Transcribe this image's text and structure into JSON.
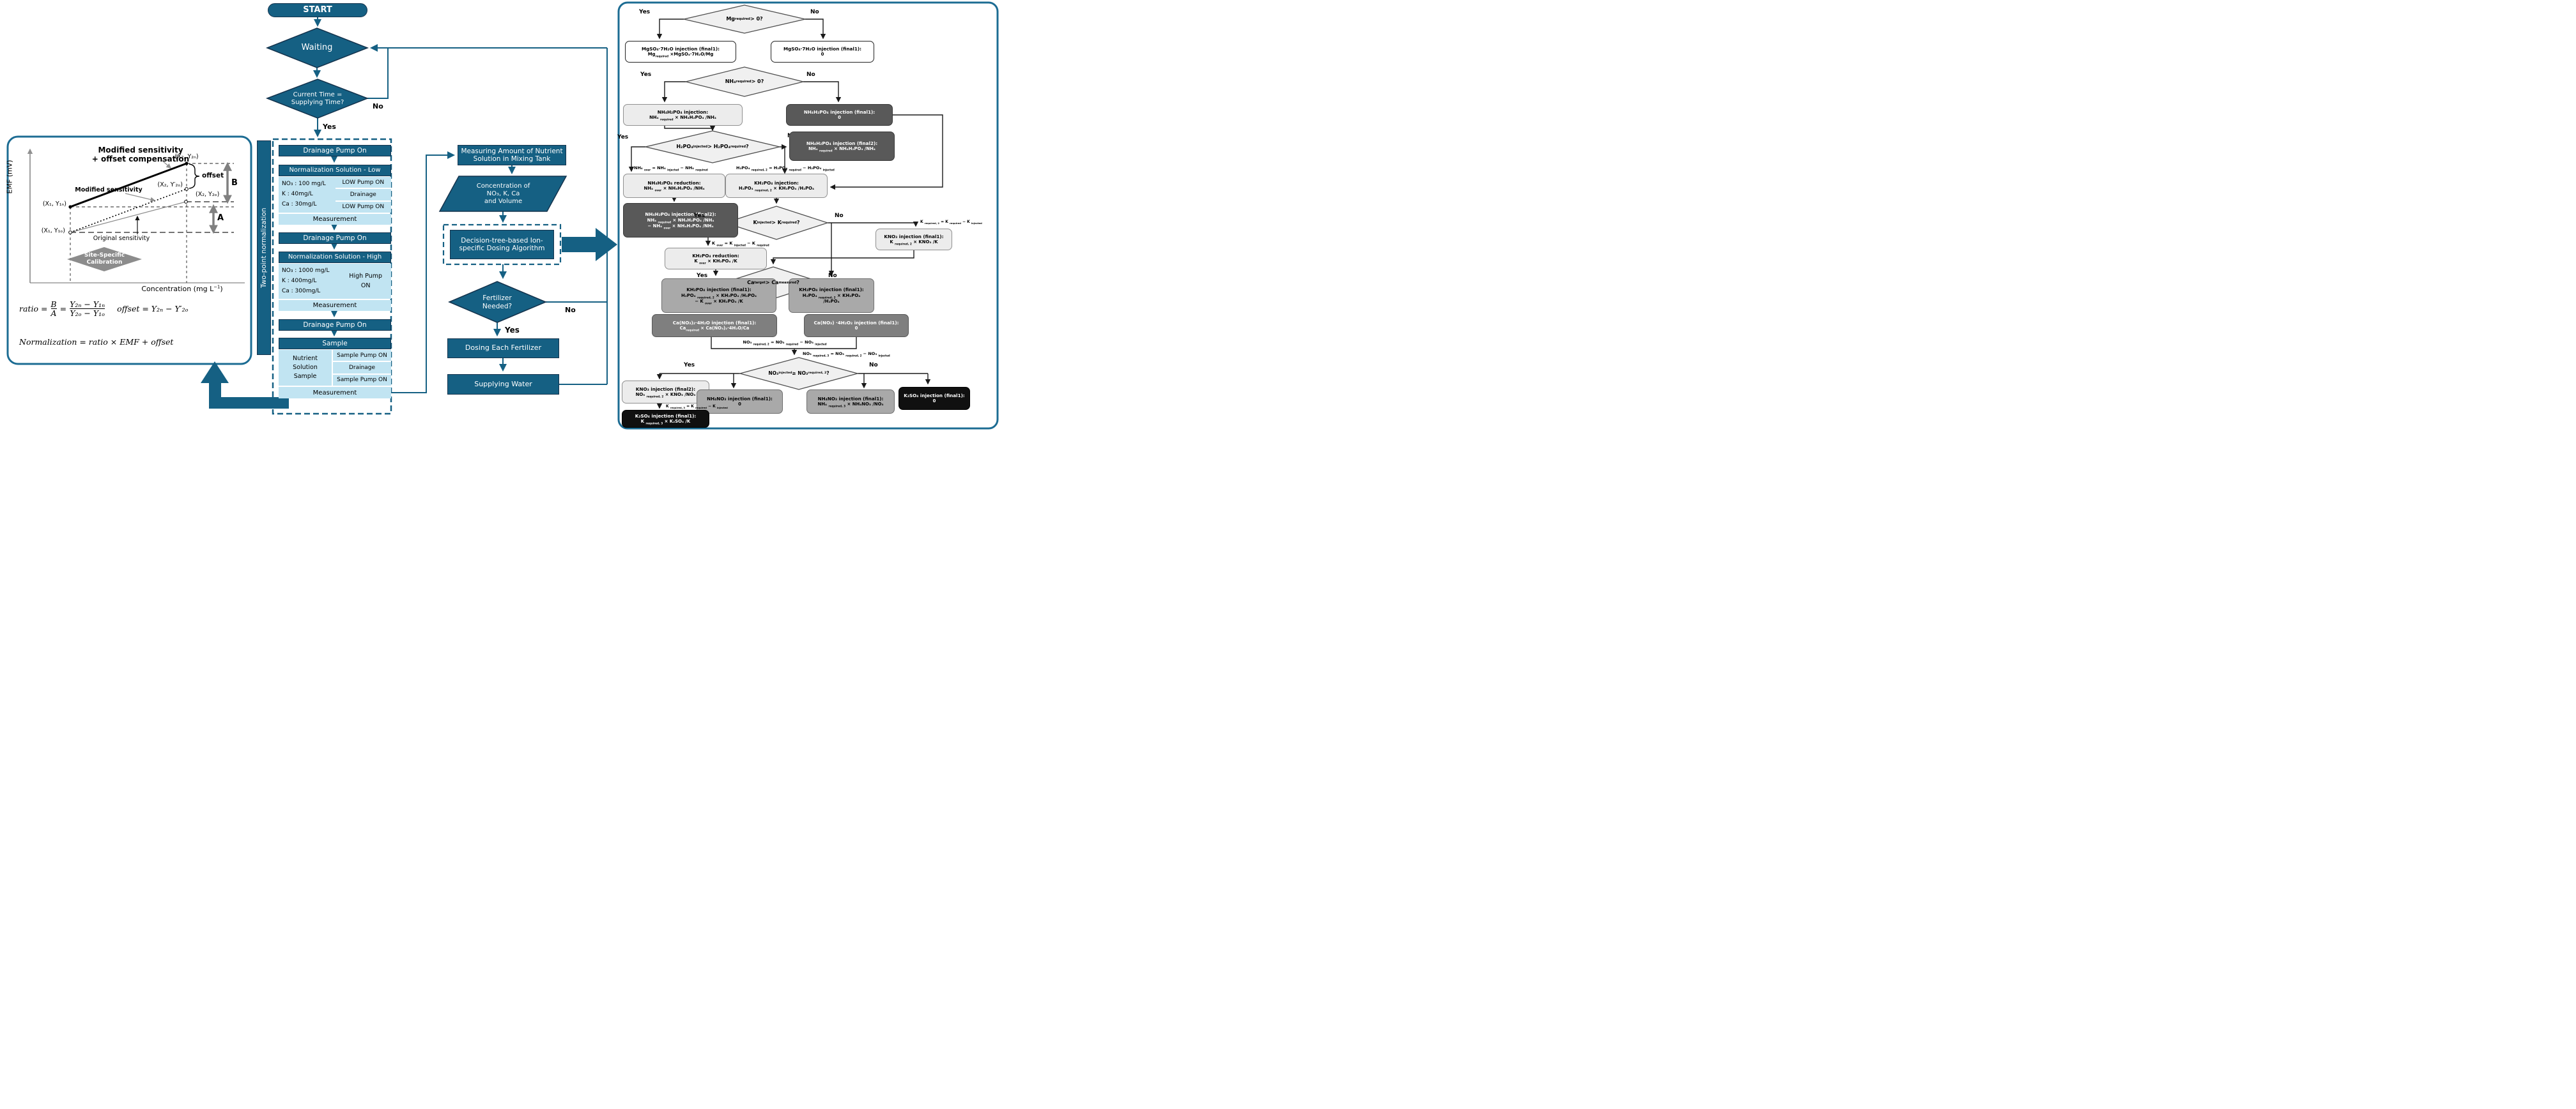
{
  "palette": {
    "teal": "#156083",
    "teal_border": "#14334d",
    "light_blue": "#c1e4f2",
    "panel_border": "#1c6c93",
    "diamond_gray": "#f0f0f0",
    "light_gray_box": "#ececec",
    "dark_gray_box": "#595959",
    "mid_gray_box": "#a9a9a9",
    "ca_gray_box": "#7f7f7f",
    "black_box": "#101010"
  },
  "left_panel": {
    "axis_y": "EMF (mV)",
    "axis_x": "Concentration (mg L^{−1})",
    "title_l1": "Modified sensitivity",
    "title_l2": "+ offset compensation",
    "modified_label": "Modified sensitivity",
    "original_label": "Original sensitivity",
    "offset_label": "offset",
    "b_label": "B",
    "a_label": "A",
    "p1n": "(X₁, Y₁ₙ)",
    "p2n": "(X₂, Y₂ₙ)",
    "p2o_prime": "(X₂, Y′₂ₒ)",
    "p2o": "(X₂, Y₂ₒ)",
    "p1o": "(X₁, Y₁ₒ)",
    "calibration_l1": "Site-Specific",
    "calibration_l2": "Calibration",
    "eq": {
      "ratio_lhs": "ratio =",
      "frac1_num": "B",
      "frac1_den": "A",
      "equals": "=",
      "frac2_num": "Y₂ₙ − Y₁ₙ",
      "frac2_den": "Y₂ₒ − Y₁ₒ",
      "offset": "offset = Y₂ₙ − Y′₂ₒ",
      "normalization": "Normalization = ratio × EMF + offset"
    }
  },
  "flow": {
    "start": "START",
    "waiting": "Waiting",
    "time_l1": "Current Time =",
    "time_l2": "Supplying Time?",
    "yes": "Yes",
    "no": "No",
    "tp": {
      "side": "Two-point normalization",
      "drain": "Drainage Pump On",
      "meas": "Measurement",
      "low_header": "Normalization Solution - Low",
      "low_no3": "NO₃ : 100 mg/L",
      "low_k": "K : 40mg/L",
      "low_ca": "Ca : 30mg/L",
      "low_rows": [
        "LOW Pump ON",
        "Drainage",
        "LOW Pump ON"
      ],
      "high_header": "Normalization Solution - High",
      "high_no3": "NO₃ : 1000 mg/L",
      "high_k": "K : 400mg/L",
      "high_ca": "Ca : 300mg/L",
      "high_pump_l1": "High Pump",
      "high_pump_l2": "ON",
      "sample_header": "Sample",
      "sample_l1": "Nutrient",
      "sample_l2": "Solution",
      "sample_l3": "Sample",
      "sample_rows": [
        "Sample Pump ON",
        "Drainage",
        "Sample Pump ON"
      ]
    },
    "measuring_l1": "Measuring Amount of Nutrient",
    "measuring_l2": "Solution in Mixing Tank",
    "conc_l1": "Concentration of",
    "conc_l2": "NO₃, K, Ca",
    "conc_l3": "and Volume",
    "algo_l1": "Decision-tree-based Ion-",
    "algo_l2": "specific Dosing Algorithm",
    "fert_l1": "Fertilizer",
    "fert_l2": "Needed?",
    "dosing": "Dosing Each Fertilizer",
    "supplying": "Supplying Water"
  },
  "dt": {
    "yes": "Yes",
    "no": "No",
    "mg_q": "Mg _{required} > 0?",
    "mg_yes": [
      "MgSO₄·7H₂O injection (final1):",
      "Mg_{required} ×MgSO₄·7H₂O/Mg"
    ],
    "mg_no": [
      "MgSO₄·7H₂O injection (final1):",
      "0"
    ],
    "nh4_q": "NH₄ _{required} > 0?",
    "nh4_yes": [
      "NH₄H₂PO₄ injection:",
      "NH₄ _{required} × NH₄H₂PO₄ /NH₄"
    ],
    "nh4_no": [
      "NH₄H₂PO₄ injection (final1):",
      "0"
    ],
    "h2po4_q": "H₂PO₄ _{injected} > H₂PO₄ _{required}?",
    "nh4_over_eq": "NH₄ _{over} = NH₄ _{injected} − NH₄ _{required}",
    "h2po4_req2_eq": "H₂PO₄ _{required, 2} = H₂PO₄ _{required} − H₂PO₄ _{injected}",
    "nh4_red": [
      "NH₄H₂PO₄ reduction:",
      "NH₄ _{over} × NH₄H₂PO₄ /NH₄"
    ],
    "nh4_f2_yes": [
      "NH₄H₂PO₄ injection (final2):",
      "NH₄ _{required} × NH₄H₂PO₄ /NH₄",
      "− NH₄ _{over} × NH₄H₂PO₄ /NH₄"
    ],
    "nh4_f2_no": [
      "NH₄H₂PO₄ injection (final2):",
      "NH₄ _{required} × NH₄H₂PO₄ /NH₄"
    ],
    "kh2po4_inj": [
      "KH₂PO₄ injection:",
      "H₂PO₄ _{required, 2} × KH₂PO₄ /H₂PO₄"
    ],
    "k_q": "K _{injected} > K _{required}?",
    "k_over_eq": "K _{over} = K _{injected} − K _{required}",
    "k_req2_eq": "K _{required, 2} = K _{required} − K _{injected}",
    "kh2po4_red": [
      "KH₂PO₄ reduction:",
      "K _{over} × KH₂PO₄ /K"
    ],
    "kh2po4_f1_yes": [
      "KH₂PO₄ injection (final1):",
      "H₂PO₄ _{required, 2} × KH₂PO₄ /H₂PO₄",
      "− K _{over} × KH₂PO₄ /K"
    ],
    "kh2po4_f1_no": [
      "KH₂PO₄ injection (final1):",
      "H₂PO₄ _{required, 2} × KH₂PO₄",
      "/H₂PO₄"
    ],
    "kno3_f1": [
      "KNO₃ injection (final1):",
      "K _{required, 2} × KNO₃ /K"
    ],
    "ca_q": "Ca _{target} > Ca_{measured}?",
    "ca_yes": [
      "Ca(NO₃)₂·4H₂O injection (final1):",
      "Ca_{required} × Ca(NO₃)₂·4H₂O/Ca"
    ],
    "ca_no": [
      "Ca(NO₃) ·4H₂O₂ injection (final1):",
      "0"
    ],
    "no3_req2_eq": "NO₃ _{required, 2} = NO₃ _{required} − NO₃ _{injected}",
    "no3_req3_eq": "NO₃ _{required, 3} = NO₃ _{required, 2} − NO₃ _{injected}",
    "no3_q": "NO₃ _{injected} ≥ NO₃ _{required, 2}?",
    "kno3_f2": [
      "KNO₃ injection (final2):",
      "NO₃ _{required, 2} × KNO₃ /NO₃"
    ],
    "nh4no3_zero": [
      "NH₄NO₃ injection (final1):",
      "0"
    ],
    "nh4no3_f1": [
      "NH₄NO₃ injection (final1):",
      "NH₄ _{required, 3} × NH₄NO₃ /NO₃"
    ],
    "k_req3_eq": "K _{required, 3} = K _{required} − K _{injected}",
    "k2so4_f1": [
      "K₂SO₄ injection (final1):",
      "K _{required, 3} × K₂SO₄ /K"
    ],
    "k2so4_zero": [
      "K₂SO₄ injection (final1):",
      "0"
    ]
  }
}
